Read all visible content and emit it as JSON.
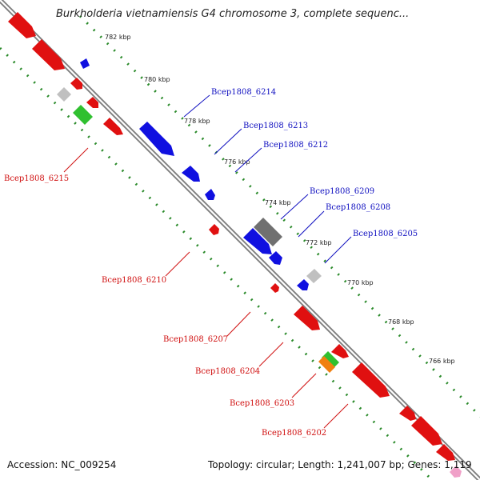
{
  "title": "Burkholderia vietnamiensis G4 chromosome 3, complete sequenc...",
  "footer": {
    "accession": "Accession: NC_009254",
    "topology": "Topology: circular; Length: 1,241,007 bp; Genes: 1,119"
  },
  "colors": {
    "forward_gene": "#e01010",
    "reverse_gene": "#1010e0",
    "rna_gene": "#30c030",
    "other_gene": "#c0c0c0",
    "dark_gene": "#707070",
    "orange_gene": "#f08010",
    "backbone": "#808080",
    "tick_dots": "#2a8a2a",
    "label_forward": "#d01010",
    "label_reverse": "#1010c0"
  },
  "ticks": [
    "782 kbp",
    "780 kbp",
    "778 kbp",
    "776 kbp",
    "774 kbp",
    "772 kbp",
    "770 kbp",
    "768 kbp",
    "766 kbp"
  ],
  "labels_reverse": [
    "Bcep1808_6214",
    "Bcep1808_6213",
    "Bcep1808_6212",
    "Bcep1808_6209",
    "Bcep1808_6208",
    "Bcep1808_6205"
  ],
  "labels_forward": [
    "Bcep1808_6215",
    "Bcep1808_6210",
    "Bcep1808_6207",
    "Bcep1808_6204",
    "Bcep1808_6203",
    "Bcep1808_6202"
  ]
}
